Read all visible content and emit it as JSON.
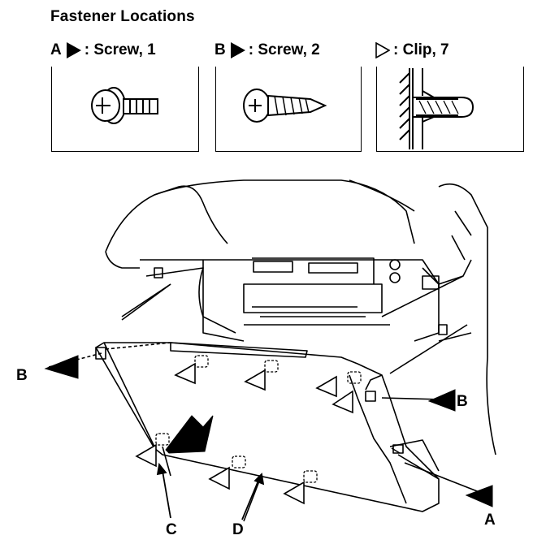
{
  "title": "Fastener Locations",
  "legend": [
    {
      "letter": "A",
      "text": ": Screw, 1",
      "marker": "filled"
    },
    {
      "letter": "B",
      "text": ": Screw, 2",
      "marker": "filled"
    },
    {
      "letter": "",
      "text": ": Clip, 7",
      "marker": "hollow"
    }
  ],
  "callouts": {
    "b_left": "B",
    "b_right": "B",
    "a_right": "A",
    "c_bottom": "C",
    "d_bottom": "D"
  },
  "icons": [
    "screw-a-icon",
    "screw-b-icon",
    "clip-icon",
    "filled-arrow-icon",
    "hollow-triangle-icon"
  ]
}
